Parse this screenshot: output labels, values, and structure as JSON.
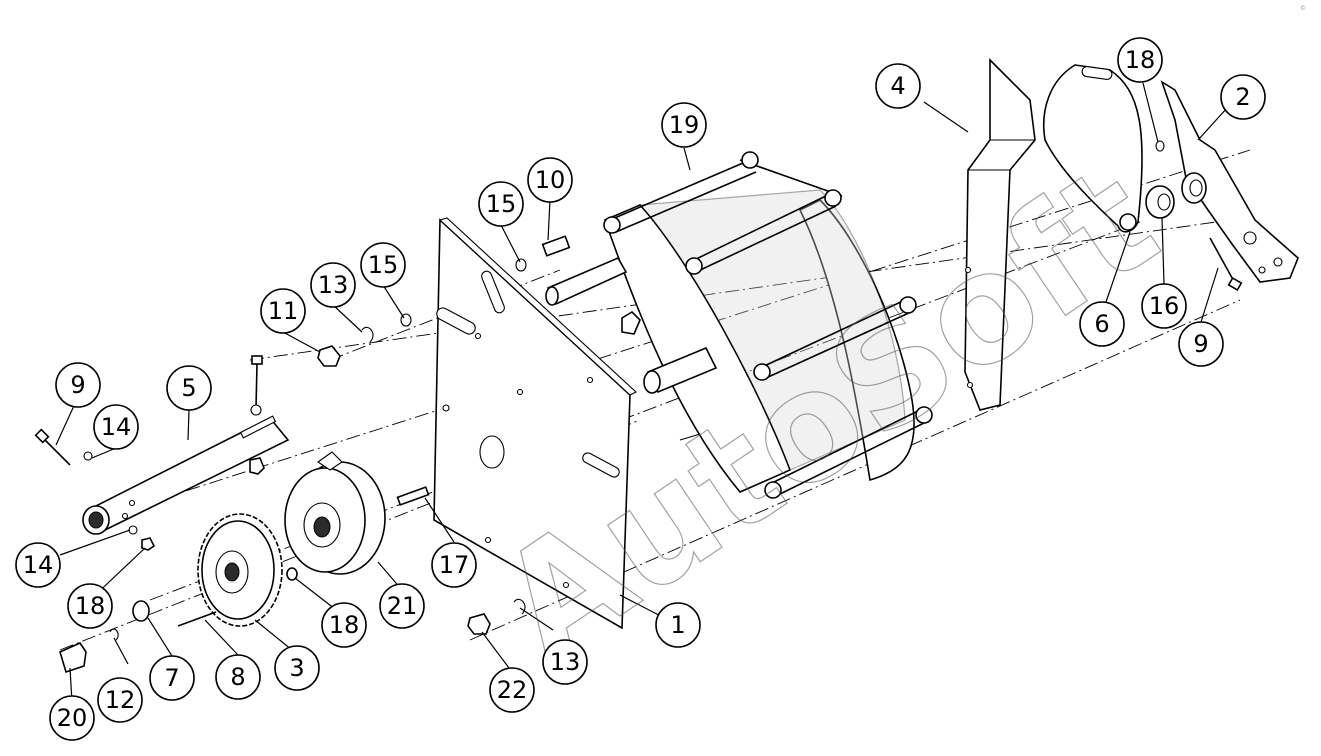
{
  "watermark": "AutoSoft",
  "corner_mark": "©",
  "callouts": [
    "1",
    "2",
    "3",
    "4",
    "5",
    "6",
    "7",
    "8",
    "9",
    "9",
    "10",
    "11",
    "12",
    "13",
    "13",
    "14",
    "14",
    "15",
    "15",
    "16",
    "17",
    "18",
    "18",
    "18",
    "19",
    "20",
    "21",
    "22"
  ]
}
